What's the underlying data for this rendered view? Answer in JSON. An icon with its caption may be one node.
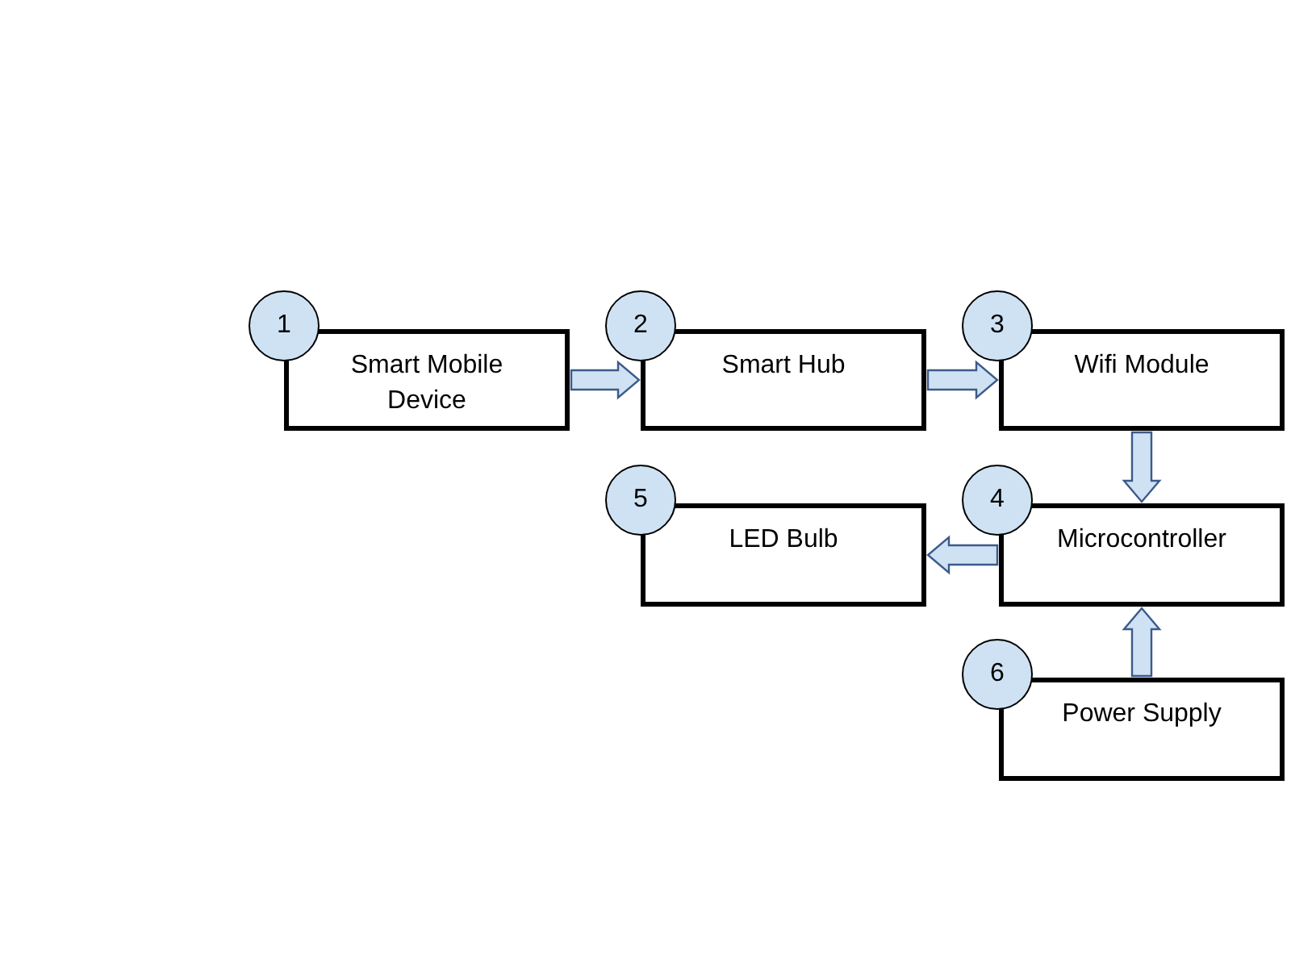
{
  "diagram": {
    "nodes": [
      {
        "text": [
          "1"
        ]
      },
      {
        "text": [
          "Smart Mobile Device"
        ]
      },
      {
        "text": [
          "2"
        ]
      },
      {
        "text": [
          "Smart Hub"
        ]
      },
      {
        "text": [
          "3"
        ]
      },
      {
        "text": [
          "Wifi Module"
        ]
      },
      {
        "text": [
          "5"
        ]
      },
      {
        "text": [
          "LED Bulb"
        ]
      },
      {
        "text": [
          "4"
        ]
      },
      {
        "text": [
          "Microcontroller"
        ]
      },
      {
        "text": [
          "6"
        ]
      },
      {
        "text": [
          "Power Supply"
        ]
      }
    ],
    "edges": [
      {
        "from": 1,
        "to": 3,
        "arrow": "to"
      },
      {
        "from": 3,
        "to": 5,
        "arrow": "to"
      },
      {
        "from": 5,
        "to": 9,
        "arrow": "to"
      },
      {
        "from": 9,
        "to": 7,
        "arrow": "to"
      },
      {
        "from": 11,
        "to": 9,
        "arrow": "to"
      }
    ]
  }
}
